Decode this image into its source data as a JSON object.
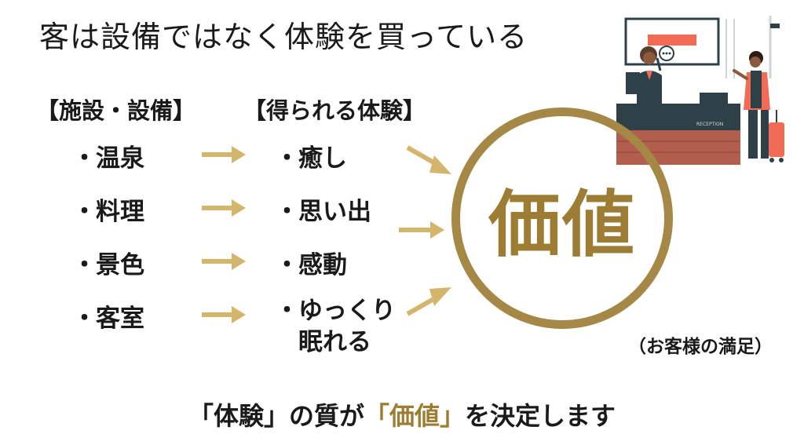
{
  "title": "客は設備ではなく体験を買っている",
  "left_header": "【施設・設備】",
  "right_header": "【得られる体験】",
  "bullet": "・",
  "facilities": [
    "温泉",
    "料理",
    "景色",
    "客室"
  ],
  "experiences": [
    "癒し",
    "思い出",
    "感動",
    "ゆっくり",
    "眠れる"
  ],
  "center_label": "価値",
  "center_sublabel": "（お客様の満足）",
  "conclusion": {
    "part1": "「体験」の質が",
    "accent": "「価値」",
    "part2": "を決定します"
  },
  "illustration": {
    "sign_text": "RECEPTION"
  },
  "colors": {
    "accent": "#9d7c33",
    "arrow": "#d4b56c",
    "counter_top": "#2f4148",
    "counter_front": "#b15e4c",
    "sign_red": "#f26b55"
  },
  "icons": [
    "right-arrow-icon",
    "reception-illustration"
  ]
}
